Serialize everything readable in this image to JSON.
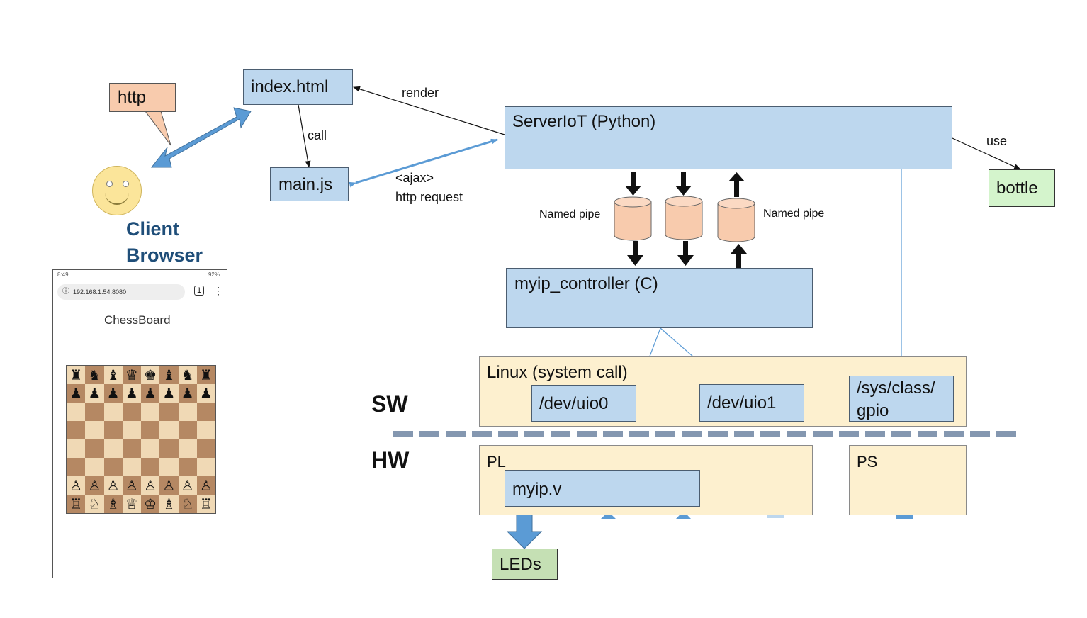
{
  "boxes": {
    "index_html": "index.html",
    "main_js": "main.js",
    "server": "ServerIoT (Python)",
    "bottle": "bottle",
    "controller": "myip_controller (C)",
    "linux": "Linux (system call)",
    "uio0": "/dev/uio0",
    "uio1": "/dev/uio1",
    "gpio_line1": "/sys/class/",
    "gpio_line2": "gpio",
    "pl": "PL",
    "myip_v": "myip.v",
    "ps": "PS",
    "leds": "LEDs",
    "http_callout": "http"
  },
  "edge_labels": {
    "render": "render",
    "call": "call",
    "ajax": "<ajax>",
    "http_request": "http request",
    "use": "use",
    "named_pipe_left": "Named pipe",
    "named_pipe_right": "Named pipe"
  },
  "client": {
    "line1": "Client",
    "line2": "Browser"
  },
  "layers": {
    "sw": "SW",
    "hw": "HW"
  },
  "phone": {
    "time": "8:49",
    "battery": "92%",
    "url": "192.168.1.54:8080",
    "title": "ChessBoard",
    "board": [
      "♜♞♝♛♚♝♞♜",
      "♟♟♟♟♟♟♟♟",
      "        ",
      "        ",
      "        ",
      "        ",
      "♙♙♙♙♙♙♙♙",
      "♖♘♗♕♔♗♘♖"
    ]
  },
  "colors": {
    "box_blue": "#bdd7ee",
    "layer_cream": "#fdf0cf",
    "pipe_salmon": "#f8cbad",
    "arrow_blue": "#5b9bd5",
    "client_text": "#1f4e79",
    "divider": "#8497b0"
  }
}
